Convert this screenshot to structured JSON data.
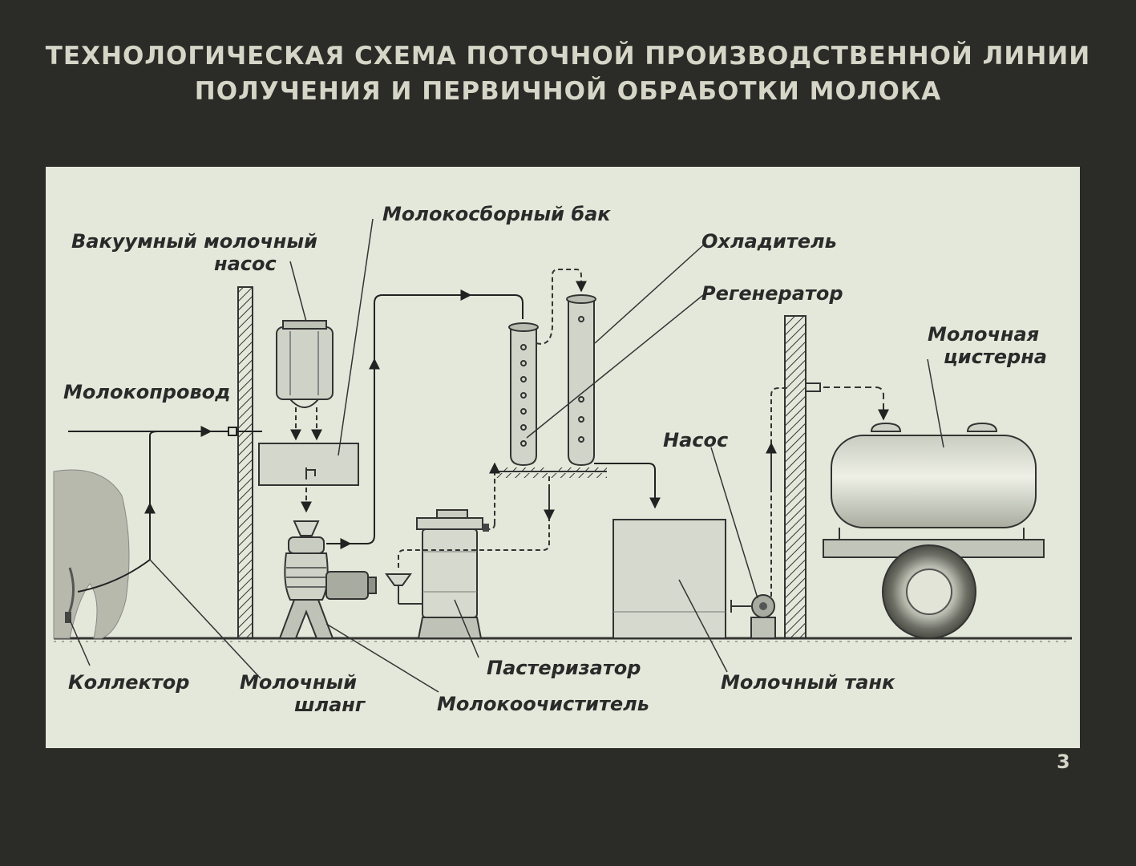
{
  "title": {
    "line1": "ТЕХНОЛОГИЧЕСКАЯ СХЕМА ПОТОЧНОЙ ПРОИЗВОДСТВЕННОЙ ЛИНИИ",
    "line2": "ПОЛУЧЕНИЯ И ПЕРВИЧНОЙ ОБРАБОТКИ МОЛОКА"
  },
  "labels": {
    "milk_collecting_tank": "Молокосборный бак",
    "vacuum_pump_line1": "Вакуумный молочный",
    "vacuum_pump_line2": "насос",
    "cooler": "Охладитель",
    "regenerator": "Регенератор",
    "milk_tanker_line1": "Молочная",
    "milk_tanker_line2": "цистерна",
    "milk_pipeline": "Молокопровод",
    "pump": "Насос",
    "collector": "Коллектор",
    "milk_hose_line1": "Молочный",
    "milk_hose_line2": "шланг",
    "pasteurizer": "Пастеризатор",
    "milk_tank": "Молочный танк",
    "milk_cleaner": "Молокоочиститель"
  },
  "page_number": "3",
  "colors": {
    "background": "#2b2b27",
    "panel": "#e4e8da",
    "ink": "#2a2a2a",
    "title_text": "#d6d6c8"
  }
}
